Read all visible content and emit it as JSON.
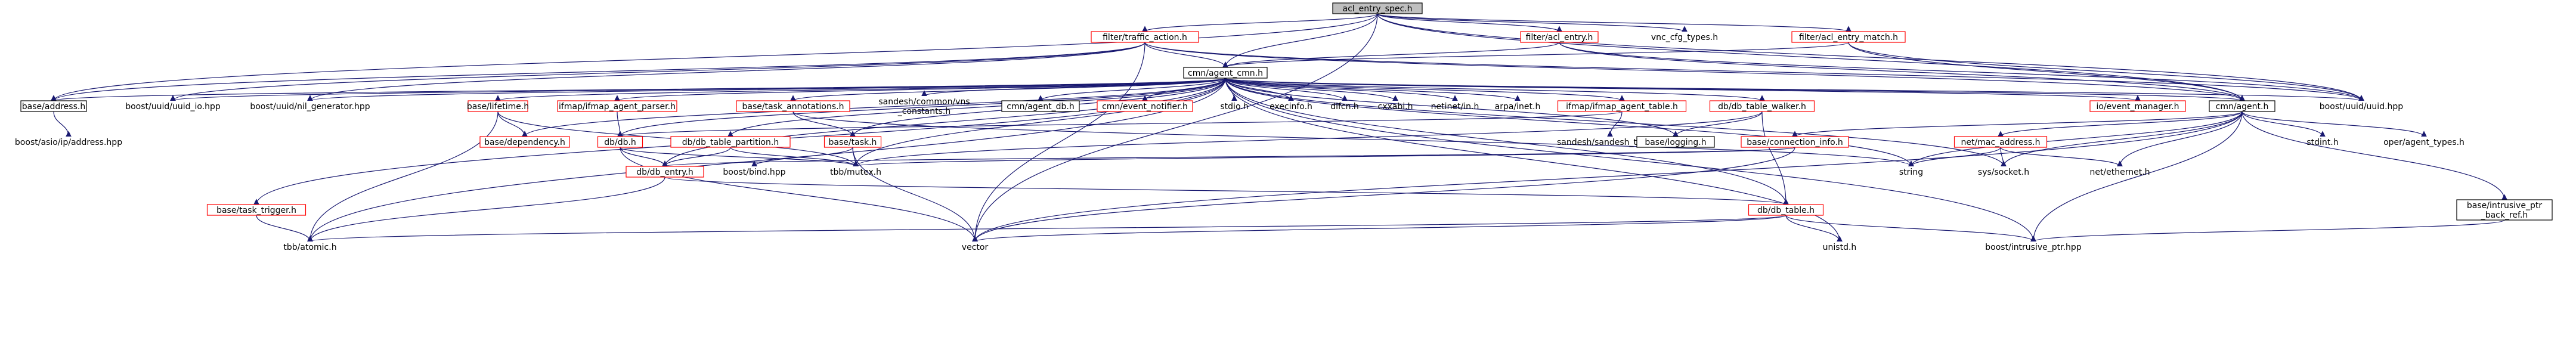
{
  "colors": {
    "edge": "#191970",
    "box_stroke_red": "#ff0000",
    "box_stroke_black": "#000000",
    "root_fill": "#bfbfbf",
    "text": "#000000"
  },
  "nodes": {
    "root": "acl_entry_spec.h",
    "traffic_action": "filter/traffic_action.h",
    "acl_entry": "filter/acl_entry.h",
    "vnc_cfg_types": "vnc_cfg_types.h",
    "acl_entry_match": "filter/acl_entry_match.h",
    "agent_cmn": "cmn/agent_cmn.h",
    "base_address": "base/address.h",
    "uuid_io": "boost/uuid/uuid_io.hpp",
    "nil_generator": "boost/uuid/nil_generator.hpp",
    "base_lifetime": "base/lifetime.h",
    "ifmap_agent_parser": "ifmap/ifmap_agent_parser.h",
    "base_task_annotations": "base/task_annotations.h",
    "sandesh_common_vns": "sandesh/common/vns\n_constants.h",
    "cmn_agent_db": "cmn/agent_db.h",
    "cmn_event_notifier": "cmn/event_notifier.h",
    "stdio": "stdio.h",
    "execinfo": "execinfo.h",
    "dlfcn": "dlfcn.h",
    "cxxabi": "cxxabi.h",
    "netinet_in": "netinet/in.h",
    "arpa_inet": "arpa/inet.h",
    "ifmap_agent_table": "ifmap/ifmap_agent_table.h",
    "db_table_walker": "db/db_table_walker.h",
    "oper_event_manager": "io/event_manager.h",
    "cmn_agent": "cmn/agent.h",
    "boost_uuid": "boost/uuid/uuid.hpp",
    "asio_ip_address": "boost/asio/ip/address.hpp",
    "base_dependency": "base/dependency.h",
    "db_db": "db/db.h",
    "db_table_partition": "db/db_table_partition.h",
    "base_task": "base/task.h",
    "sandesh_trace": "sandesh/sandesh_trace.h",
    "base_logging": "base/logging.h",
    "base_connection_info": "base/connection_info.h",
    "stdint": "stdint.h",
    "oper_agent_types": "oper/agent_types.h",
    "net_mac_address": "net/mac_address.h",
    "db_db_entry": "db/db_entry.h",
    "boost_bind": "boost/bind.hpp",
    "tbb_mutex": "tbb/mutex.h",
    "string": "string",
    "sys_socket": "sys/socket.h",
    "net_ethernet": "net/ethernet.h",
    "base_task_trigger": "base/task_trigger.h",
    "db_db_table": "db/db_table.h",
    "intrusive_ref": "base/intrusive_ptr\n_back_ref.h",
    "tbb_atomic": "tbb/atomic.h",
    "vector": "vector",
    "unistd": "unistd.h",
    "intrusive_ptr": "boost/intrusive_ptr.hpp"
  },
  "edges": [
    [
      "root",
      "traffic_action"
    ],
    [
      "root",
      "acl_entry"
    ],
    [
      "root",
      "vnc_cfg_types"
    ],
    [
      "root",
      "acl_entry_match"
    ],
    [
      "root",
      "agent_cmn"
    ],
    [
      "root",
      "cmn_agent"
    ],
    [
      "root",
      "boost_uuid"
    ],
    [
      "root",
      "base_address"
    ],
    [
      "root",
      "vector"
    ],
    [
      "traffic_action",
      "agent_cmn"
    ],
    [
      "traffic_action",
      "base_address"
    ],
    [
      "traffic_action",
      "uuid_io"
    ],
    [
      "traffic_action",
      "nil_generator"
    ],
    [
      "traffic_action",
      "cmn_agent"
    ],
    [
      "traffic_action",
      "boost_uuid"
    ],
    [
      "traffic_action",
      "vector"
    ],
    [
      "acl_entry",
      "agent_cmn"
    ],
    [
      "acl_entry",
      "cmn_agent"
    ],
    [
      "acl_entry",
      "boost_uuid"
    ],
    [
      "acl_entry_match",
      "agent_cmn"
    ],
    [
      "acl_entry_match",
      "cmn_agent"
    ],
    [
      "acl_entry_match",
      "boost_uuid"
    ],
    [
      "agent_cmn",
      "base_address"
    ],
    [
      "agent_cmn",
      "uuid_io"
    ],
    [
      "agent_cmn",
      "nil_generator"
    ],
    [
      "agent_cmn",
      "base_lifetime"
    ],
    [
      "agent_cmn",
      "ifmap_agent_parser"
    ],
    [
      "agent_cmn",
      "base_task_annotations"
    ],
    [
      "agent_cmn",
      "sandesh_common_vns"
    ],
    [
      "agent_cmn",
      "cmn_agent_db"
    ],
    [
      "agent_cmn",
      "cmn_event_notifier"
    ],
    [
      "agent_cmn",
      "stdio"
    ],
    [
      "agent_cmn",
      "execinfo"
    ],
    [
      "agent_cmn",
      "dlfcn"
    ],
    [
      "agent_cmn",
      "cxxabi"
    ],
    [
      "agent_cmn",
      "netinet_in"
    ],
    [
      "agent_cmn",
      "arpa_inet"
    ],
    [
      "agent_cmn",
      "ifmap_agent_table"
    ],
    [
      "agent_cmn",
      "db_table_walker"
    ],
    [
      "agent_cmn",
      "oper_event_manager"
    ],
    [
      "agent_cmn",
      "cmn_agent"
    ],
    [
      "agent_cmn",
      "boost_uuid"
    ],
    [
      "agent_cmn",
      "base_task_trigger"
    ],
    [
      "agent_cmn",
      "db_db"
    ],
    [
      "agent_cmn",
      "db_table_partition"
    ],
    [
      "agent_cmn",
      "base_task"
    ],
    [
      "agent_cmn",
      "tbb_mutex"
    ],
    [
      "agent_cmn",
      "db_db_table"
    ],
    [
      "agent_cmn",
      "tbb_atomic"
    ],
    [
      "agent_cmn",
      "base_dependency"
    ],
    [
      "agent_cmn",
      "base_logging"
    ],
    [
      "agent_cmn",
      "string"
    ],
    [
      "agent_cmn",
      "sys_socket"
    ],
    [
      "agent_cmn",
      "intrusive_ptr"
    ],
    [
      "agent_cmn",
      "db_db_entry"
    ],
    [
      "agent_cmn",
      "unistd"
    ],
    [
      "base_address",
      "asio_ip_address"
    ],
    [
      "base_lifetime",
      "base_dependency"
    ],
    [
      "base_lifetime",
      "tbb_atomic"
    ],
    [
      "base_lifetime",
      "tbb_mutex"
    ],
    [
      "ifmap_agent_parser",
      "db_db"
    ],
    [
      "base_task_annotations",
      "base_task"
    ],
    [
      "base_task_annotations",
      "string"
    ],
    [
      "ifmap_agent_table",
      "db_db"
    ],
    [
      "ifmap_agent_table",
      "sandesh_trace"
    ],
    [
      "db_table_walker",
      "db_db_table"
    ],
    [
      "db_table_walker",
      "base_logging"
    ],
    [
      "db_table_walker",
      "tbb_mutex"
    ],
    [
      "cmn_agent",
      "stdint"
    ],
    [
      "cmn_agent",
      "oper_agent_types"
    ],
    [
      "cmn_agent",
      "net_mac_address"
    ],
    [
      "cmn_agent",
      "base_connection_info"
    ],
    [
      "cmn_agent",
      "net_ethernet"
    ],
    [
      "cmn_agent",
      "string"
    ],
    [
      "cmn_agent",
      "sys_socket"
    ],
    [
      "cmn_agent",
      "intrusive_ref"
    ],
    [
      "cmn_agent",
      "intrusive_ptr"
    ],
    [
      "cmn_agent",
      "vector"
    ],
    [
      "db_db",
      "db_db_entry"
    ],
    [
      "db_db",
      "vector"
    ],
    [
      "db_db",
      "tbb_mutex"
    ],
    [
      "db_table_partition",
      "db_db_entry"
    ],
    [
      "db_table_partition",
      "tbb_mutex"
    ],
    [
      "base_task",
      "tbb_mutex"
    ],
    [
      "base_task",
      "vector"
    ],
    [
      "base_task",
      "boost_bind"
    ],
    [
      "base_connection_info",
      "db_db_entry"
    ],
    [
      "base_connection_info",
      "vector"
    ],
    [
      "base_connection_info",
      "tbb_mutex"
    ],
    [
      "net_mac_address",
      "string"
    ],
    [
      "net_mac_address",
      "sys_socket"
    ],
    [
      "net_mac_address",
      "net_ethernet"
    ],
    [
      "db_db_entry",
      "db_db_table"
    ],
    [
      "db_db_entry",
      "tbb_atomic"
    ],
    [
      "base_task_trigger",
      "tbb_atomic"
    ],
    [
      "db_db_table",
      "tbb_atomic"
    ],
    [
      "db_db_table",
      "vector"
    ],
    [
      "db_db_table",
      "unistd"
    ],
    [
      "db_db_table",
      "intrusive_ptr"
    ],
    [
      "intrusive_ref",
      "intrusive_ptr"
    ]
  ]
}
